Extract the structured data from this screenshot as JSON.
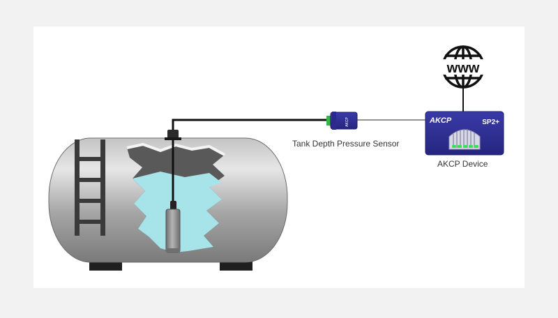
{
  "labels": {
    "sensor": "Tank Depth Pressure Sensor",
    "device": "AKCP Device"
  },
  "device": {
    "brand": "AKCP",
    "model": "SP2+"
  },
  "sensor_box": {
    "brand": "AKCP"
  },
  "globe": {
    "text": "www"
  },
  "colors": {
    "page_background": "#f2f2f2",
    "backdrop": "#ffffff",
    "tank_body": "#9a9a9a",
    "tank_feet": "#1f1f1f",
    "water": "#a7e4ea",
    "device_blue": "#2e2e99",
    "led_green": "#3ddc5a",
    "cable": "#111111",
    "probe": "#8a8a8a"
  },
  "icons": [
    "globe-icon",
    "ladder-icon",
    "pressure-probe-icon"
  ]
}
